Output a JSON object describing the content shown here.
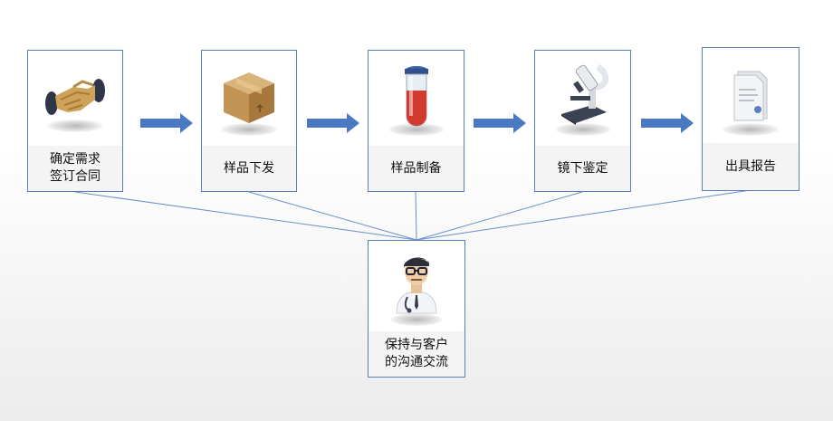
{
  "steps": [
    {
      "label": "确定需求\n签订合同",
      "icon": "handshake-icon"
    },
    {
      "label": "样品下发",
      "icon": "package-box-icon"
    },
    {
      "label": "样品制备",
      "icon": "test-tube-icon"
    },
    {
      "label": "镜下鉴定",
      "icon": "microscope-icon"
    },
    {
      "label": "出具报告",
      "icon": "report-document-icon"
    }
  ],
  "communication": {
    "label": "保持与客户\n的沟通交流",
    "icon": "doctor-icon"
  },
  "colors": {
    "border": "#5b7fbd",
    "arrow": "#4a78c2",
    "connector": "#6a8ec9"
  }
}
